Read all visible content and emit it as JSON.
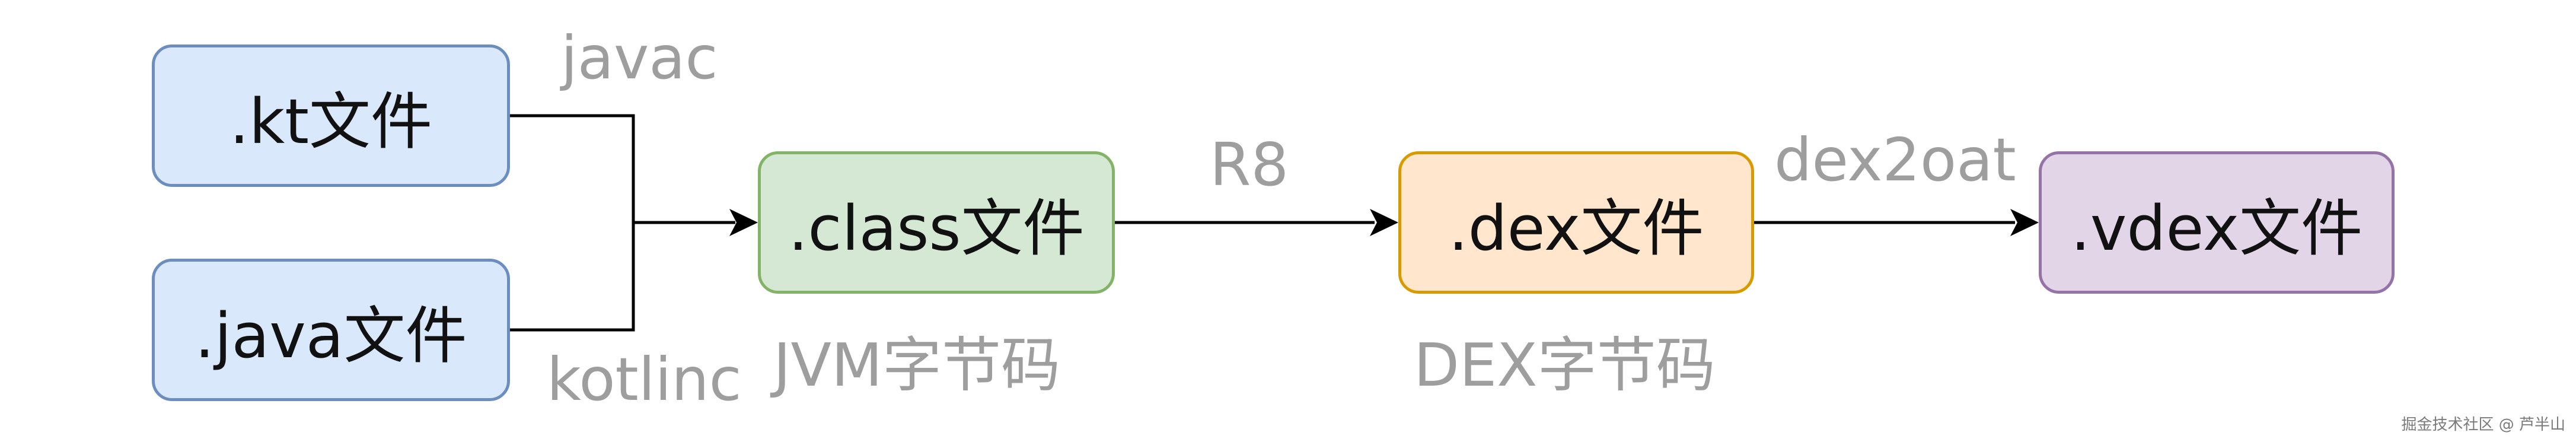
{
  "nodes": {
    "kt": {
      "label": ".kt文件",
      "fill": "#dae8fc",
      "stroke": "#6c8ebf"
    },
    "java": {
      "label": ".java文件",
      "fill": "#dae8fc",
      "stroke": "#6c8ebf"
    },
    "class": {
      "label": ".class文件",
      "fill": "#d5e8d4",
      "stroke": "#82b366"
    },
    "dex": {
      "label": ".dex文件",
      "fill": "#ffe6cc",
      "stroke": "#d79b00"
    },
    "vdex": {
      "label": ".vdex文件",
      "fill": "#e1d5e7",
      "stroke": "#9673a6"
    }
  },
  "edge_labels": {
    "javac": "javac",
    "kotlinc": "kotlinc",
    "r8": "R8",
    "dex2oat": "dex2oat"
  },
  "captions": {
    "jvm": "JVM字节码",
    "dex": "DEX字节码"
  },
  "watermark": "掘金技术社区 @ 芦半山",
  "colors": {
    "edge": "#000000",
    "label_text": "#9e9e9e"
  }
}
